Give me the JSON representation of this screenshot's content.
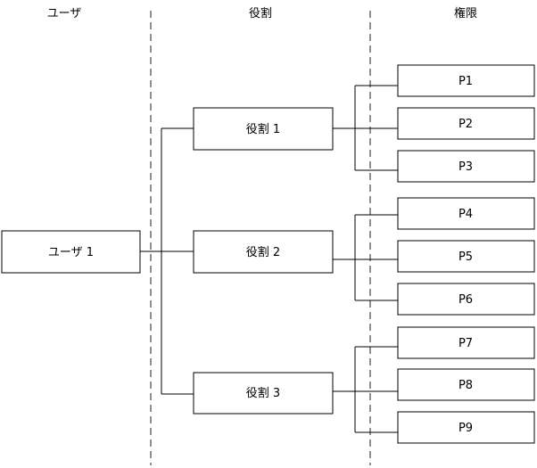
{
  "columns": {
    "users": "ユーザ",
    "roles": "役割",
    "permissions": "権限"
  },
  "user": {
    "label": "ユーザ 1"
  },
  "roles": [
    {
      "label": "役割 1",
      "permissions": [
        "P1",
        "P2",
        "P3"
      ]
    },
    {
      "label": "役割 2",
      "permissions": [
        "P4",
        "P5",
        "P6"
      ]
    },
    {
      "label": "役割 3",
      "permissions": [
        "P7",
        "P8",
        "P9"
      ]
    }
  ]
}
